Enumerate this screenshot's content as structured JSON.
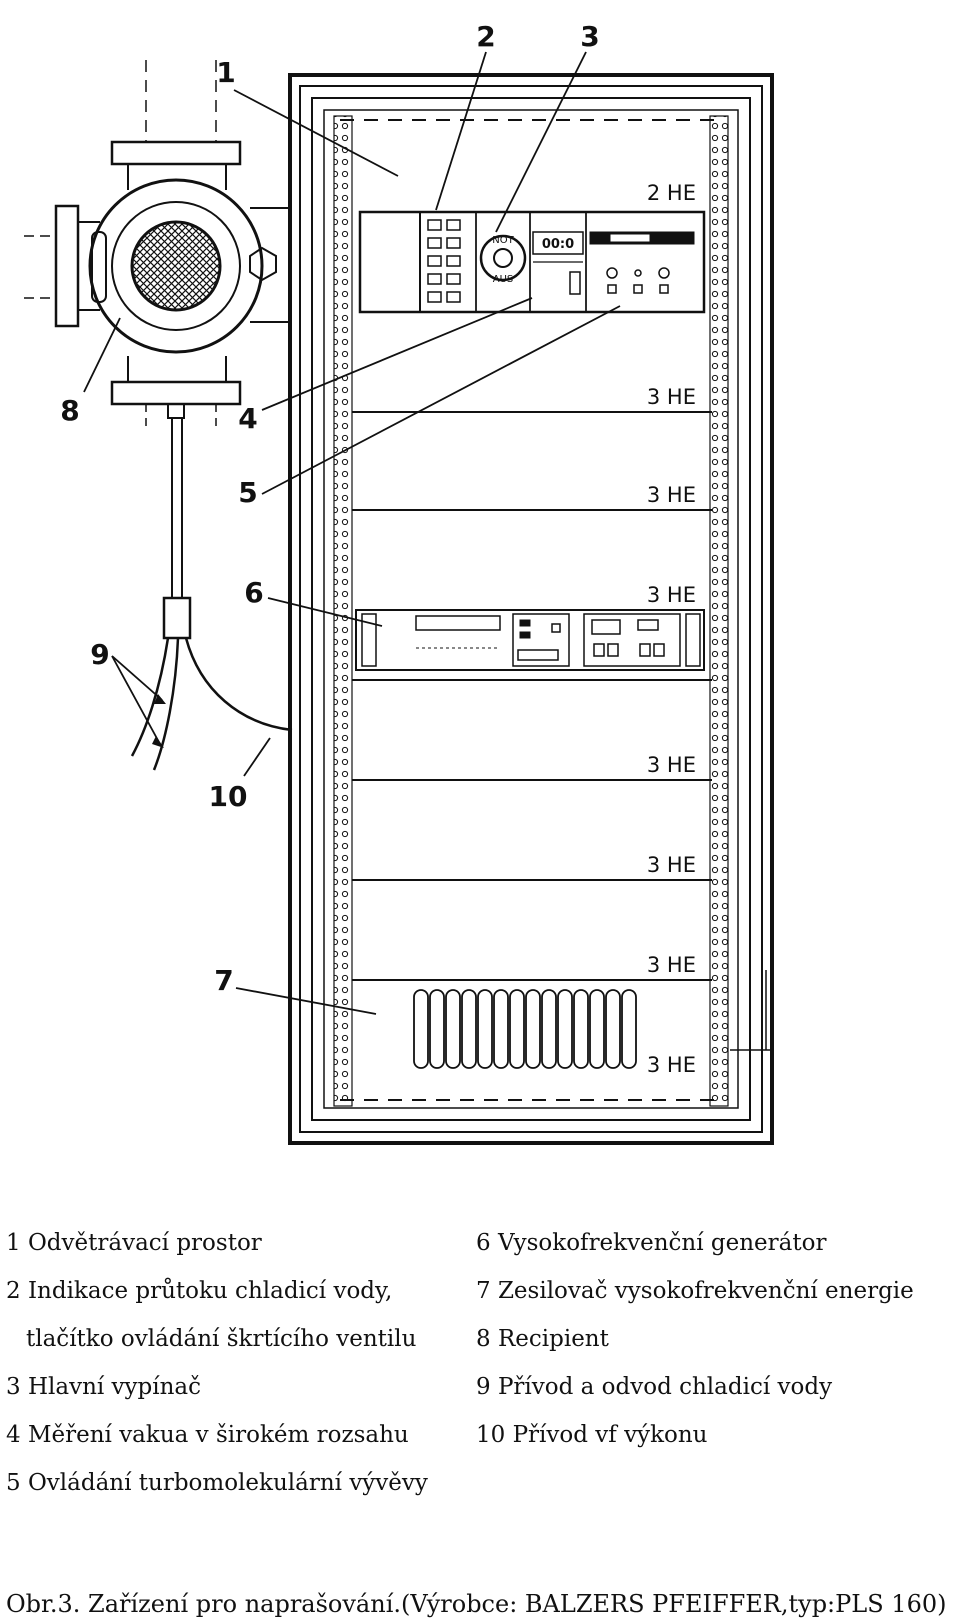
{
  "diagram": {
    "callouts": [
      "1",
      "2",
      "3",
      "4",
      "5",
      "6",
      "7",
      "8",
      "9",
      "10"
    ],
    "rack_units": [
      "2 HE",
      "3 HE",
      "3 HE",
      "3 HE",
      "3 HE",
      "3 HE",
      "3 HE",
      "3 HE"
    ],
    "switch_labels": {
      "on": "NOT",
      "off": "AUS"
    },
    "display_text": "00:0"
  },
  "legend": {
    "left": [
      "1 Odvětrávací prostor",
      "2 Indikace průtoku chladicí vody,",
      "tlačítko ovládání škrtícího ventilu",
      "3 Hlavní vypínač",
      "4 Měření vakua v širokém rozsahu",
      "5 Ovládání turbomolekulární vývěvy"
    ],
    "right": [
      "6 Vysokofrekvenční generátor",
      "7 Zesilovač vysokofrekvenční energie",
      "8 Recipient",
      "9 Přívod a odvod chladicí vody",
      "10 Přívod vf výkonu"
    ]
  },
  "caption": "Obr.3. Zařízení pro naprašování.(Výrobce: BALZERS PFEIFFER,typ:PLS 160)"
}
